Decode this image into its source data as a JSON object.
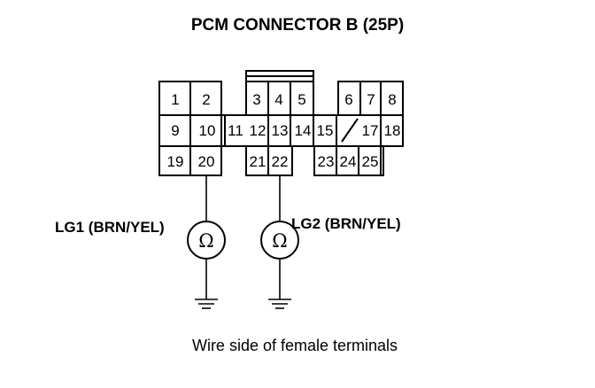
{
  "title": "PCM CONNECTOR B (25P)",
  "caption": "Wire side of female terminals",
  "pins": [
    "1",
    "2",
    "3",
    "4",
    "5",
    "6",
    "7",
    "8",
    "9",
    "10",
    "11",
    "12",
    "13",
    "14",
    "15",
    "17",
    "18",
    "19",
    "20",
    "21",
    "22",
    "23",
    "24",
    "25"
  ],
  "probes": [
    {
      "label": "LG1 (BRN/YEL)",
      "symbol": "Ω"
    },
    {
      "label": "LG2 (BRN/YEL)",
      "symbol": "Ω"
    }
  ],
  "icons": [
    "ohmmeter-icon",
    "ground-icon"
  ]
}
